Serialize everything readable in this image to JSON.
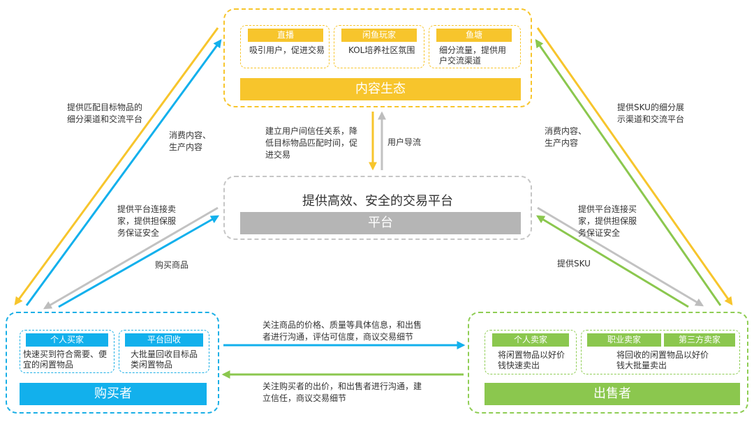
{
  "colors": {
    "yellow": "#f7c52c",
    "blue": "#12b0ec",
    "green": "#8bc74e",
    "gray": "#bdbdbd"
  },
  "content": {
    "title": "内容生态",
    "cards": [
      {
        "tag": "直播",
        "desc": "吸引用户，促进交易"
      },
      {
        "tag": "闲鱼玩家",
        "desc": "KOL培养社区氛围"
      },
      {
        "tag": "鱼塘",
        "desc": "细分流量，提供用户交流渠道"
      }
    ]
  },
  "platform": {
    "headline": "提供高效、安全的交易平台",
    "title": "平台"
  },
  "buyer": {
    "title": "购买者",
    "cards": [
      {
        "tag": "个人买家",
        "desc": "快速买到符合需要、便宜的闲置物品"
      },
      {
        "tag": "平台回收",
        "desc": "大批量回收目标品类闲置物品"
      }
    ]
  },
  "seller": {
    "title": "出售者",
    "card1": {
      "tag": "个人卖家",
      "desc": "将闲置物品以好价钱快速卖出"
    },
    "card2": {
      "tags": [
        "职业卖家",
        "第三方卖家"
      ],
      "desc": "将回收的闲置物品以好价钱大批量卖出"
    }
  },
  "labels": {
    "left_outer": "提供匹配目标物品的\n细分渠道和交流平台",
    "left_inner": "消费内容、\n生产内容",
    "left_platform": "提供平台连接卖\n家，提供担保服\n务保证安全",
    "left_buy": "购买商品",
    "center_down": "建立用户间信任关系，降\n低目标物品匹配时间，促\n进交易",
    "center_up": "用户导流",
    "right_outer": "提供SKU的细分展\n示渠道和交流平台",
    "right_inner": "消费内容、\n生产内容",
    "right_platform": "提供平台连接买\n家，提供担保服\n务保证安全",
    "right_sku": "提供SKU",
    "bottom_top": "关注商品的价格、质量等具体信息，和出售\n者进行沟通，评估可信度，商议交易细节",
    "bottom_bottom": "关注购买者的出价，和出售者进行沟通，建\n立信任，商议交易细节"
  }
}
